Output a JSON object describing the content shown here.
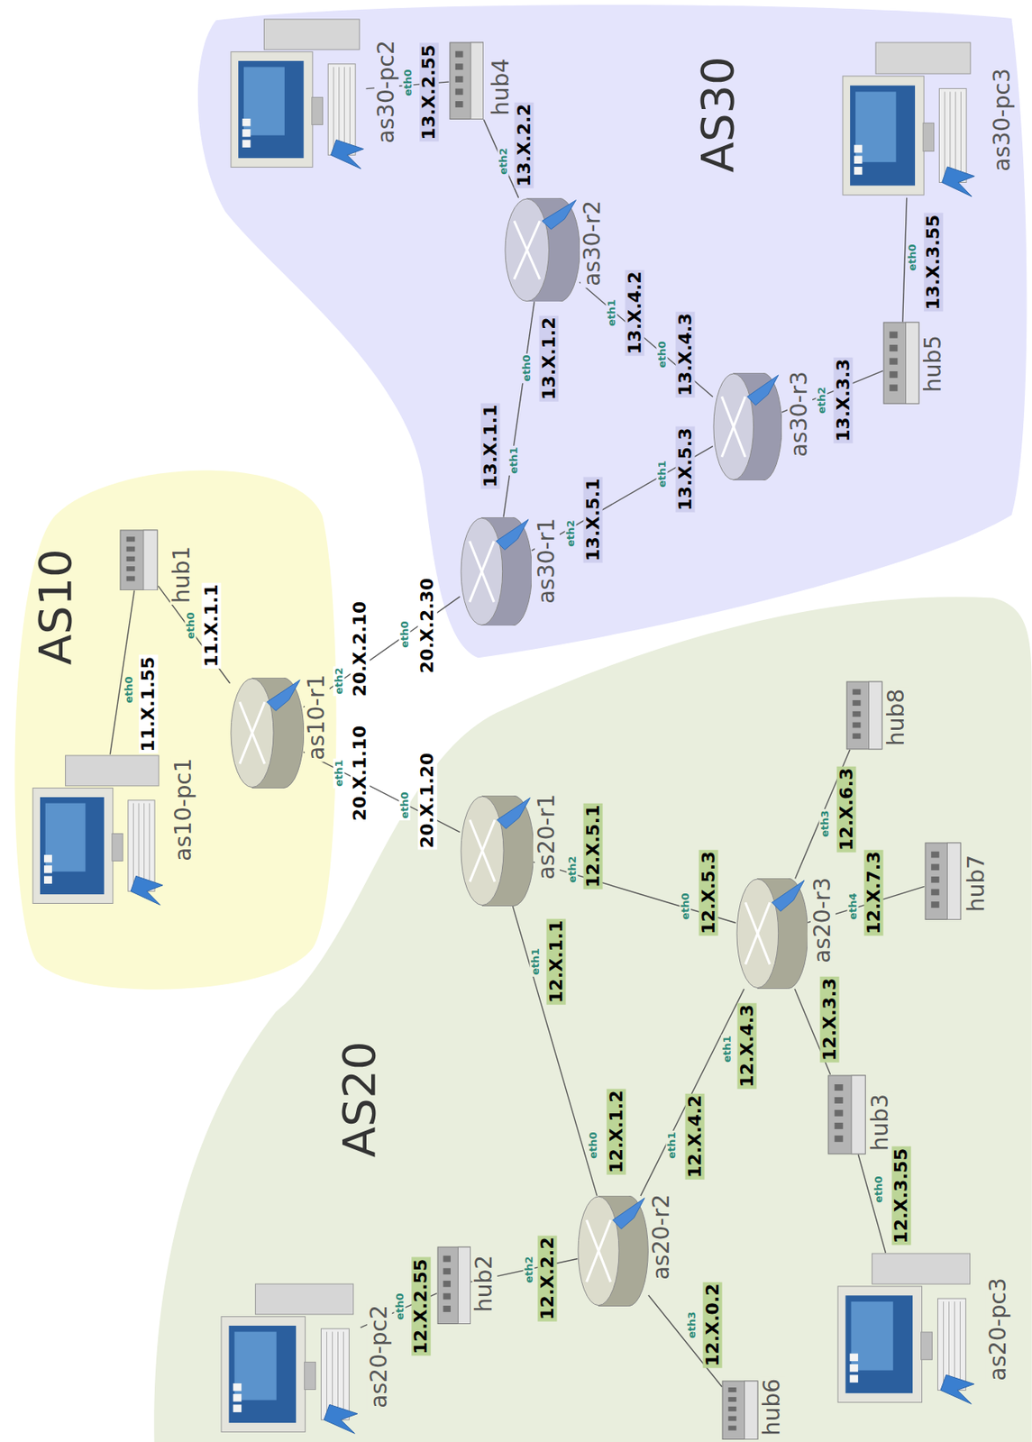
{
  "diagram": {
    "nodes": [
      {
        "text": [
          "AS10"
        ]
      },
      {
        "text": [
          "as10-pc1"
        ],
        "in": 0
      },
      {
        "text": [
          "hub1"
        ],
        "in": 0
      },
      {
        "text": [
          "as10-r1"
        ],
        "in": 0
      },
      {
        "text": [
          "AS30"
        ]
      },
      {
        "text": [
          "as30-pc2"
        ],
        "in": 4
      },
      {
        "text": [
          "hub4"
        ],
        "in": 4
      },
      {
        "text": [
          "as30-r2"
        ],
        "in": 4
      },
      {
        "text": [
          "as30-r1"
        ],
        "in": 4
      },
      {
        "text": [
          "as30-r3"
        ],
        "in": 4
      },
      {
        "text": [
          "hub5"
        ],
        "in": 4
      },
      {
        "text": [
          "as30-pc3"
        ],
        "in": 4
      },
      {
        "text": [
          "AS20"
        ]
      },
      {
        "text": [
          "as20-r1"
        ],
        "in": 12
      },
      {
        "text": [
          "as20-r2"
        ],
        "in": 12
      },
      {
        "text": [
          "as20-r3"
        ],
        "in": 12
      },
      {
        "text": [
          "hub2"
        ],
        "in": 12
      },
      {
        "text": [
          "as20-pc2"
        ],
        "in": 12
      },
      {
        "text": [
          "hub3"
        ],
        "in": 12
      },
      {
        "text": [
          "as20-pc3"
        ],
        "in": 12
      },
      {
        "text": [
          "hub6"
        ],
        "in": 12
      },
      {
        "text": [
          "hub7"
        ],
        "in": 12
      },
      {
        "text": [
          "hub8"
        ],
        "in": 12
      }
    ],
    "edges": [
      {
        "from": 1,
        "to": 2,
        "arrow": "none"
      },
      {
        "from": 2,
        "to": 3,
        "arrow": "none"
      },
      {
        "from": 3,
        "to": 13,
        "arrow": "none"
      },
      {
        "from": 3,
        "to": 8,
        "arrow": "none"
      },
      {
        "from": 8,
        "to": 7,
        "arrow": "none"
      },
      {
        "from": 8,
        "to": 9,
        "arrow": "none"
      },
      {
        "from": 7,
        "to": 9,
        "arrow": "none"
      },
      {
        "from": 7,
        "to": 6,
        "arrow": "none"
      },
      {
        "from": 6,
        "to": 5,
        "arrow": "none"
      },
      {
        "from": 9,
        "to": 10,
        "arrow": "none"
      },
      {
        "from": 10,
        "to": 11,
        "arrow": "none"
      },
      {
        "from": 13,
        "to": 14,
        "arrow": "none"
      },
      {
        "from": 13,
        "to": 15,
        "arrow": "none"
      },
      {
        "from": 14,
        "to": 15,
        "arrow": "none"
      },
      {
        "from": 14,
        "to": 16,
        "arrow": "none"
      },
      {
        "from": 16,
        "to": 17,
        "arrow": "none"
      },
      {
        "from": 14,
        "to": 20,
        "arrow": "none"
      },
      {
        "from": 15,
        "to": 18,
        "arrow": "none"
      },
      {
        "from": 18,
        "to": 19,
        "arrow": "none"
      },
      {
        "from": 15,
        "to": 21,
        "arrow": "none"
      },
      {
        "from": 15,
        "to": 22,
        "arrow": "none"
      }
    ],
    "labels": [
      "11.X.1.55",
      "eth0",
      "11.X.1.1",
      "eth0",
      "20.X.2.10",
      "eth2",
      "20.X.1.10",
      "eth1",
      "20.X.2.30",
      "eth0",
      "20.X.1.20",
      "eth0",
      "13.X.2.55",
      "eth0",
      "13.X.2.2",
      "eth2",
      "13.X.1.1",
      "eth1",
      "13.X.1.2",
      "eth0",
      "13.X.4.2",
      "eth1",
      "13.X.4.3",
      "eth0",
      "13.X.5.1",
      "eth2",
      "13.X.5.3",
      "eth1",
      "13.X.3.3",
      "eth2",
      "13.X.3.55",
      "eth0",
      "12.X.5.1",
      "eth2",
      "12.X.1.1",
      "eth1",
      "12.X.5.3",
      "eth0",
      "12.X.6.3",
      "eth3",
      "12.X.7.3",
      "eth4",
      "12.X.4.3",
      "eth1",
      "12.X.3.3",
      "12.X.1.2",
      "eth0",
      "12.X.4.2",
      "eth1",
      "12.X.3.55",
      "eth0",
      "12.X.2.2",
      "eth2",
      "12.X.2.55",
      "eth0",
      "12.X.0.2",
      "eth3"
    ]
  }
}
